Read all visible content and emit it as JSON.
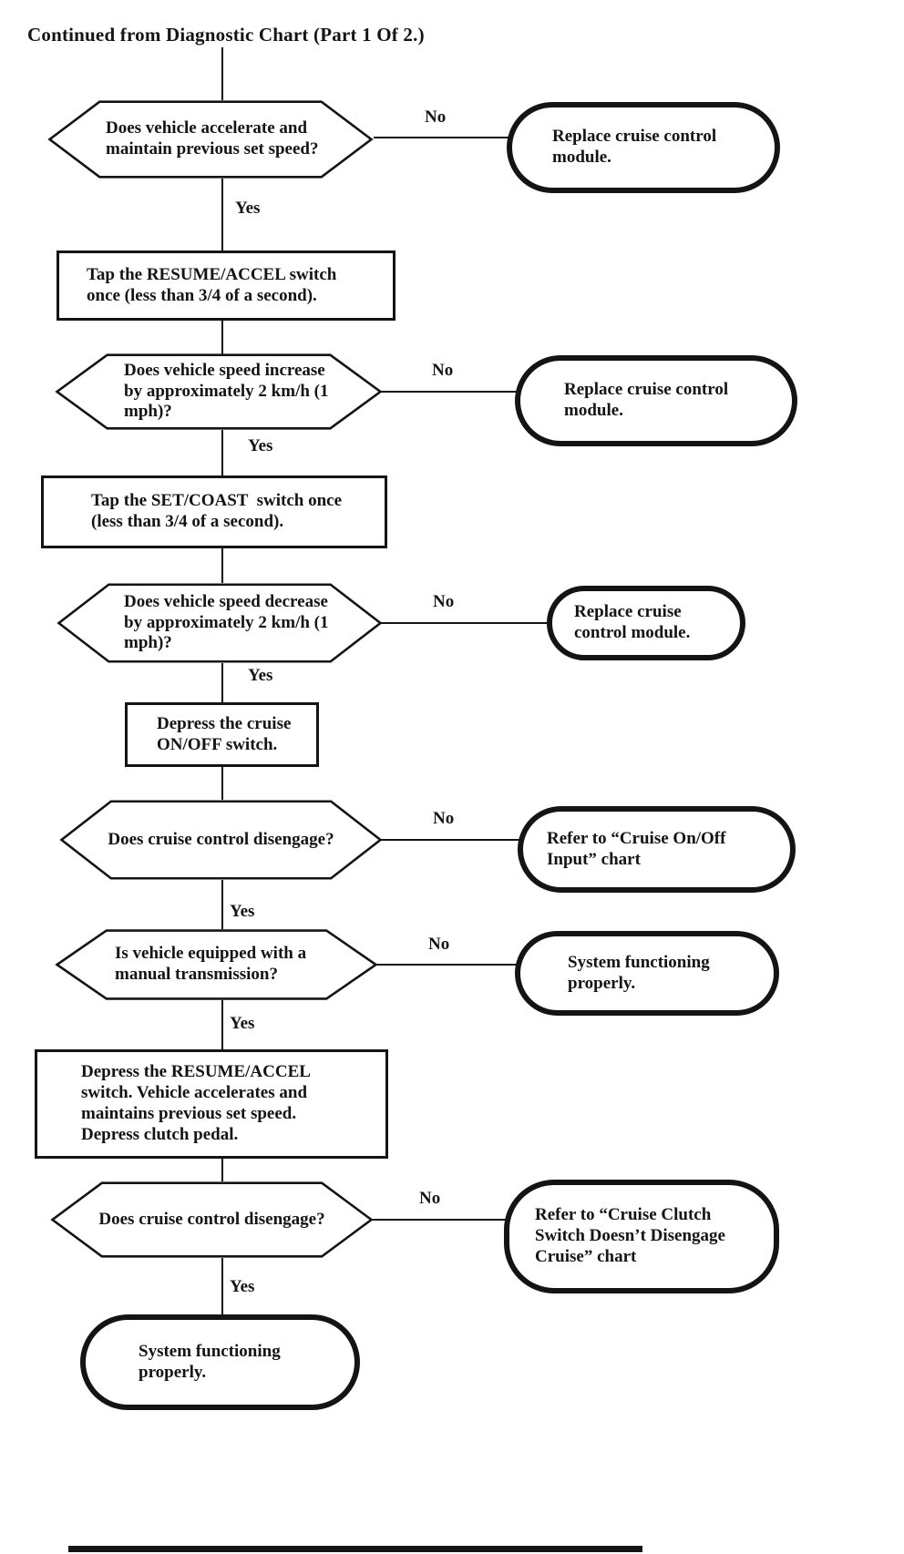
{
  "title": "Continued from Diagnostic Chart (Part 1 Of 2.)",
  "labels": {
    "yes": "Yes",
    "no": "No"
  },
  "colors": {
    "ink": "#141414",
    "paper": "#ffffff"
  },
  "nodes": {
    "q_accelerate": "Does vehicle accelerate and maintain previous set speed?",
    "t_replace_1": "Replace cruise control module.",
    "p_tap_resume": "Tap the RESUME/ACCEL switch once (less than 3/4 of a second).",
    "q_speed_increase": "Does vehicle speed increase by approximately 2 km/h (1 mph)?",
    "t_replace_2": "Replace cruise control module.",
    "p_tap_set": "Tap the SET/COAST  switch once (less than 3/4 of a second).",
    "q_speed_decrease": "Does vehicle speed decrease by approximately 2 km/h (1 mph)?",
    "t_replace_3": "Replace cruise control module.",
    "p_depress_onoff": "Depress the cruise ON/OFF switch.",
    "q_disengage_1": "Does cruise control disengage?",
    "t_refer_onoff": "Refer to “Cruise On/Off Input” chart",
    "q_manual_trans": "Is vehicle equipped with a manual transmission?",
    "t_system_ok_1": "System functioning properly.",
    "p_depress_resume_clutch": "Depress the RESUME/ACCEL switch. Vehicle accelerates and maintains previous set speed. Depress clutch pedal.",
    "q_disengage_2": "Does cruise control disengage?",
    "t_refer_clutch": "Refer to “Cruise Clutch Switch Doesn’t Disengage Cruise” chart",
    "t_system_ok_2": "System functioning properly."
  }
}
